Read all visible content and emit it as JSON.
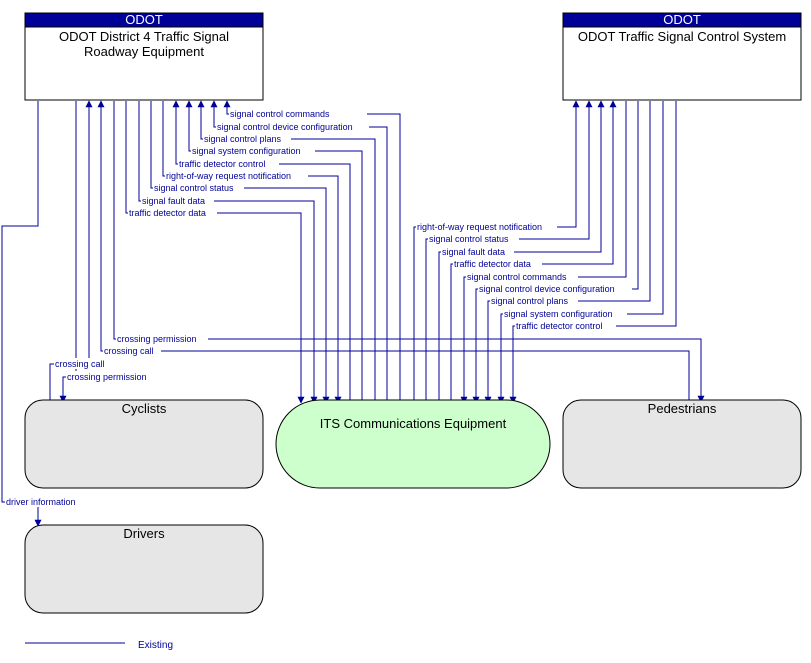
{
  "colors": {
    "flow": "#000099",
    "header": "#000099",
    "terminator": "#e6e6e6",
    "its": "#ccffcc"
  },
  "nodes": {
    "district4": {
      "owner": "ODOT",
      "title_line1": "ODOT District 4 Traffic Signal",
      "title_line2": "Roadway Equipment"
    },
    "tscs": {
      "owner": "ODOT",
      "title_line1": "ODOT Traffic Signal Control System"
    },
    "cyclists": {
      "title": "Cyclists"
    },
    "its": {
      "title": "ITS Communications Equipment"
    },
    "pedestrians": {
      "title": "Pedestrians"
    },
    "drivers": {
      "title": "Drivers"
    }
  },
  "flows": {
    "d4_signal_control_commands": "signal control commands",
    "d4_signal_control_device_configuration": "signal control device configuration",
    "d4_signal_control_plans": "signal control plans",
    "d4_signal_system_configuration": "signal system configuration",
    "d4_traffic_detector_control": "traffic detector control",
    "d4_right_of_way_request_notification": "right-of-way request notification",
    "d4_signal_control_status": "signal control status",
    "d4_signal_fault_data": "signal fault data",
    "d4_traffic_detector_data": "traffic detector data",
    "t_right_of_way_request_notification": "right-of-way request notification",
    "t_signal_control_status": "signal control status",
    "t_signal_fault_data": "signal fault data",
    "t_traffic_detector_data": "traffic detector data",
    "t_signal_control_commands": "signal control commands",
    "t_signal_control_device_configuration": "signal control device configuration",
    "t_signal_control_plans": "signal control plans",
    "t_signal_system_configuration": "signal system configuration",
    "t_traffic_detector_control": "traffic detector control",
    "ped_crossing_permission": "crossing permission",
    "ped_crossing_call": "crossing call",
    "cyc_crossing_call": "crossing call",
    "cyc_crossing_permission": "crossing permission",
    "driver_information": "driver information"
  },
  "legend": {
    "existing": "Existing"
  }
}
